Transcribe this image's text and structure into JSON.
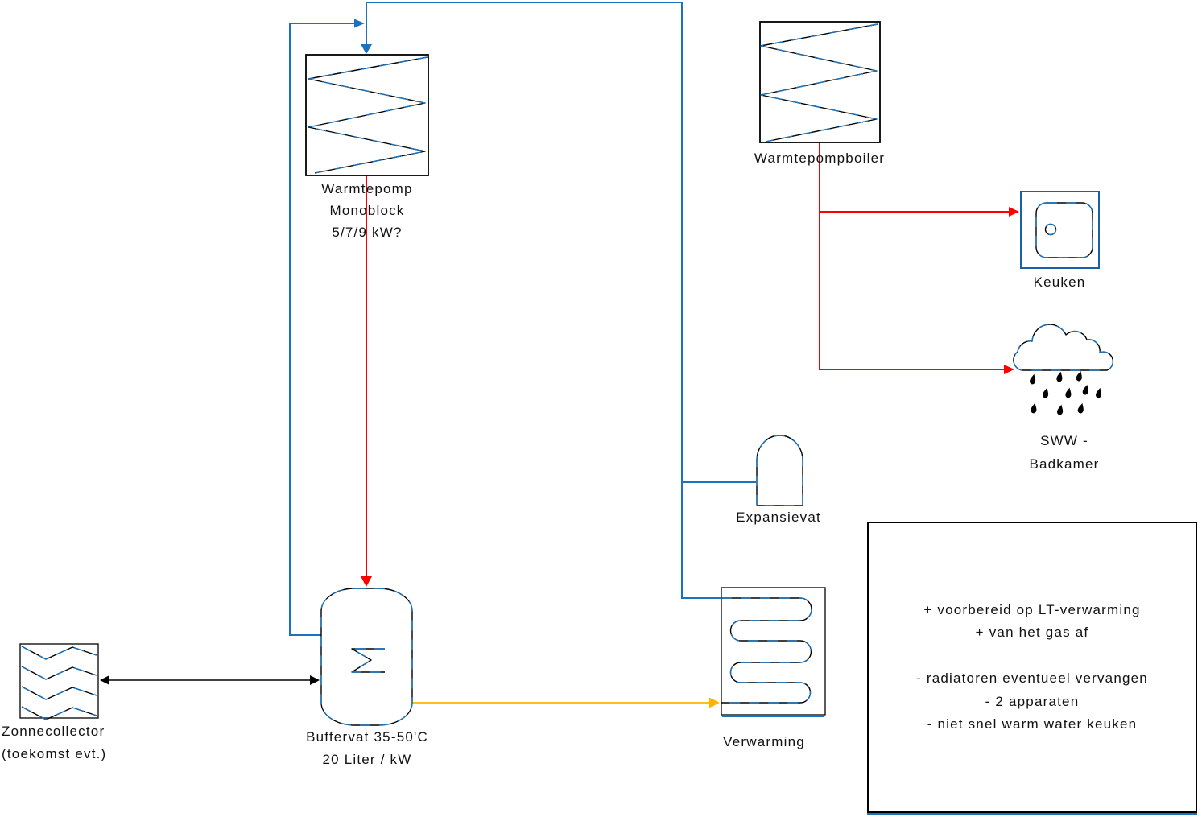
{
  "diagram_title": "heat-pump-installation-schematic",
  "colors": {
    "blue": "#1a73bc",
    "red": "#ff0000",
    "orange": "#ffb400",
    "black": "#000000"
  },
  "components": {
    "warmtepomp": {
      "lines": [
        "Warmtepomp",
        "Monoblock",
        "5/7/9 kW?"
      ]
    },
    "warmtepompboiler": {
      "label": "Warmtepompboiler"
    },
    "keuken": {
      "label": "Keuken"
    },
    "sww_badkamer": {
      "lines": [
        "SWW -",
        "Badkamer"
      ]
    },
    "expansievat": {
      "label": "Expansievat"
    },
    "buffervat": {
      "lines": [
        "Buffervat 35-50'C",
        "20 Liter / kW"
      ]
    },
    "zonnecollector": {
      "lines": [
        "Zonnecollector",
        "(toekomst evt.)"
      ]
    },
    "verwarming": {
      "label": "Verwarming"
    }
  },
  "note": {
    "lines": [
      "+ voorbereid op LT-verwarming",
      "+ van het gas af",
      "",
      "- radiatoren eventueel vervangen",
      "- 2 apparaten",
      "- niet snel warm water keuken"
    ]
  }
}
